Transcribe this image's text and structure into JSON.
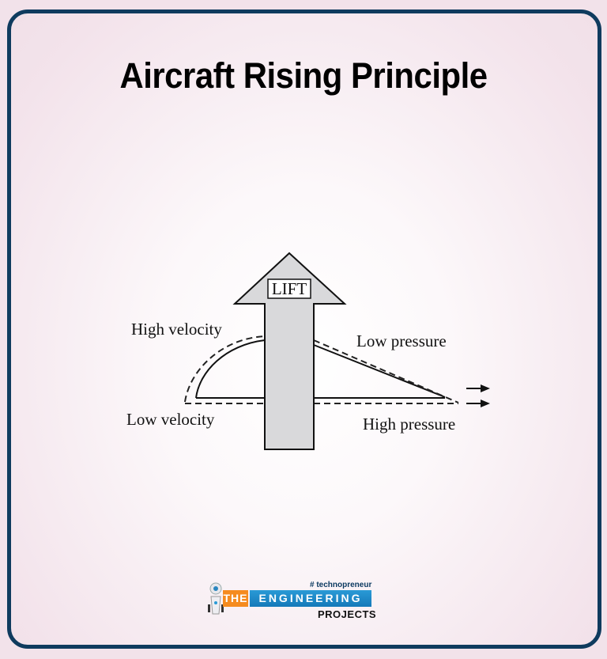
{
  "title": "Aircraft Rising Principle",
  "diagram": {
    "arrow_label": "LIFT",
    "labels": {
      "top_left": "High velocity",
      "bottom_left": "Low velocity",
      "top_right": "Low pressure",
      "bottom_right": "High pressure"
    }
  },
  "logo": {
    "tagline": "# technopreneur",
    "word1": "THE",
    "word2": "ENGINEERING",
    "word3": "PROJECTS"
  },
  "colors": {
    "frame": "#0f3b5e",
    "arrow_fill": "#d9d9db",
    "logo_orange": "#f58b1f",
    "logo_blue": "#1a86c6"
  }
}
